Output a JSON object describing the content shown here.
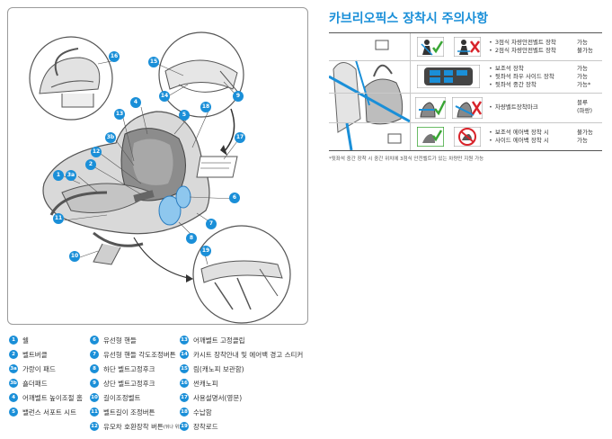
{
  "title": "카브리오픽스 장착시 주의사항",
  "diagram": {
    "badges": [
      "16",
      "15",
      "14",
      "9",
      "4",
      "5",
      "18",
      "13",
      "3b",
      "12",
      "17",
      "2",
      "3a",
      "1",
      "11",
      "6",
      "7",
      "8",
      "10",
      "19"
    ]
  },
  "legend": [
    {
      "num": "1",
      "label": "쉘"
    },
    {
      "num": "2",
      "label": "벨트버클"
    },
    {
      "num": "3a",
      "label": "가랑이 패드"
    },
    {
      "num": "3b",
      "label": "숄더패드"
    },
    {
      "num": "4",
      "label": "어깨벨트 높이조절 홈"
    },
    {
      "num": "5",
      "label": "밸런스 서포트 시트"
    },
    {
      "num": "6",
      "label": "유선형 핸들"
    },
    {
      "num": "7",
      "label": "유선형 핸들 각도조정버튼"
    },
    {
      "num": "8",
      "label": "하단 벨트고정후크"
    },
    {
      "num": "9",
      "label": "상단 벨트고정후크"
    },
    {
      "num": "10",
      "label": "길이조정벨트"
    },
    {
      "num": "11",
      "label": "벨트길이 조정버튼"
    },
    {
      "num": "12",
      "label": "유모차 호환장착 버튼",
      "sub": "(뒤나 위)"
    },
    {
      "num": "13",
      "label": "어깨벨트 고정클립"
    },
    {
      "num": "14",
      "label": "카시트 장착안내 및 에어백 경고 스티커"
    },
    {
      "num": "15",
      "label": "림(캐노피 보관함)"
    },
    {
      "num": "16",
      "label": "썬캐노피"
    },
    {
      "num": "17",
      "label": "사용설명서(영문)"
    },
    {
      "num": "18",
      "label": "수납함"
    },
    {
      "num": "19",
      "label": "장착로드"
    }
  ],
  "table": {
    "rows": [
      {
        "conditions": [
          "3점식 차량안전벨트 장착",
          "2점식 차량안전벨트 장착"
        ],
        "results": [
          "가능",
          "불가능"
        ],
        "icons": [
          "seatbelt-3pt-check-icon",
          "seatbelt-2pt-cross-icon"
        ]
      },
      {
        "conditions": [
          "보조석 장착",
          "뒷좌석 좌우 사이드 장착",
          "뒷좌석 중간 장착"
        ],
        "results": [
          "가능",
          "가능",
          "가능*"
        ],
        "icons": [
          "car-seat-position-icon"
        ]
      },
      {
        "conditions": [
          "차량벨트장착마크"
        ],
        "results": [
          "블루",
          "(파랑)"
        ],
        "icons": [
          "belt-mark-check-icon",
          "belt-mark-cross-icon"
        ]
      },
      {
        "conditions": [
          "보조석 에어백 장착 시",
          "사이드 에어백 장착 시"
        ],
        "results": [
          "불가능",
          "가능"
        ],
        "icons": [
          "airbag-check-icon",
          "airbag-prohibited-icon"
        ]
      }
    ]
  },
  "footnote": "*뒷좌석 중간 장착 시 중간 위치에 3점식 안전벨트가 있는 차량만 지원 가능",
  "colors": {
    "accent": "#1a8fd8",
    "check": "#3aa635",
    "cross": "#d8232a"
  }
}
